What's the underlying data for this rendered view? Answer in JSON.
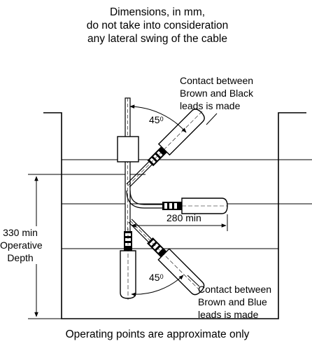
{
  "header": {
    "line1": "Dimensions, in mm,",
    "line2": "do not take into consideration",
    "line3": "any lateral swing of the cable"
  },
  "top_note": {
    "line1": "Contact between",
    "line2": "Brown and Black",
    "line3": "leads is made"
  },
  "bottom_note": {
    "line1": "Contact between",
    "line2": "Brown and Blue",
    "line3": "leads is made"
  },
  "angle_top": {
    "value": "45",
    "unit": "0"
  },
  "angle_bottom": {
    "value": "45",
    "unit": "0"
  },
  "horizontal_dim": "280 min",
  "vertical_dim": {
    "line1": "330 min",
    "line2": "Operative",
    "line3": "Depth"
  },
  "footer": "Operating points are approximate only"
}
